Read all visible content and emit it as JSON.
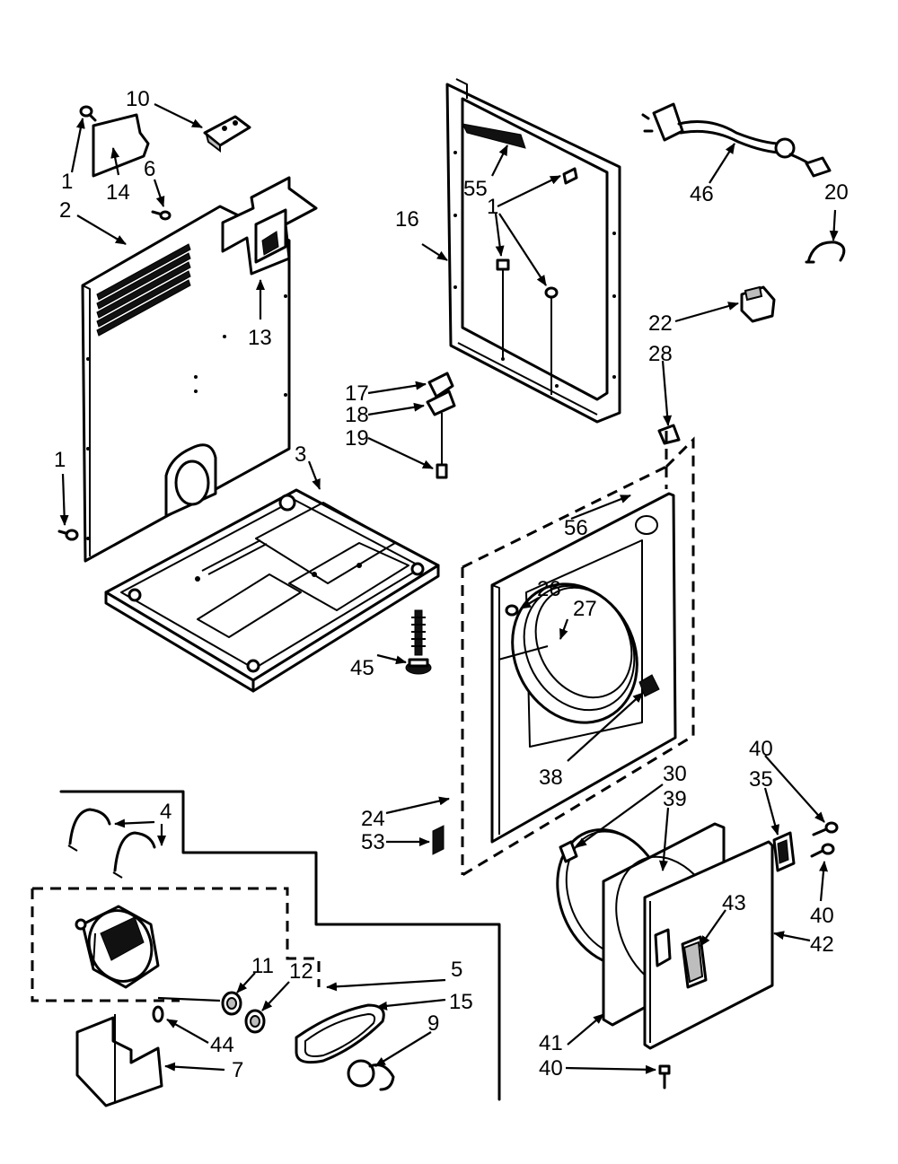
{
  "labels": {
    "p10": "10",
    "p1a": "1",
    "p14": "14",
    "p6": "6",
    "p2": "2",
    "p13": "13",
    "p1b": "1",
    "p3": "3",
    "p45": "45",
    "p55": "55",
    "p16": "16",
    "p1c": "1",
    "p17": "17",
    "p18": "18",
    "p19": "19",
    "p46": "46",
    "p20": "20",
    "p22": "22",
    "p28": "28",
    "p56": "56",
    "p26": "26",
    "p27": "27",
    "p38": "38",
    "p24": "24",
    "p53": "53",
    "p30": "30",
    "p39": "39",
    "p40a": "40",
    "p35": "35",
    "p40b": "40",
    "p43": "43",
    "p42": "42",
    "p41": "41",
    "p40c": "40",
    "p4": "4",
    "p11": "11",
    "p12": "12",
    "p5": "5",
    "p15": "15",
    "p9": "9",
    "p44": "44",
    "p7": "7"
  }
}
